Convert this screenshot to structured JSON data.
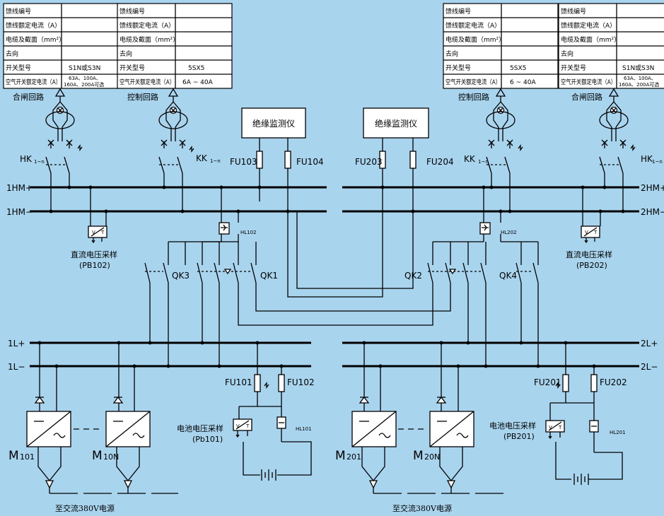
{
  "feeder_table": {
    "rows": [
      "馈线编号",
      "馈线额定电流（A）",
      "电缆及截面（mm²）",
      "去向",
      "开关型号",
      "空气开关额定电流（A）"
    ]
  },
  "tables": {
    "t1": {
      "switch_model": "S1N或S3N",
      "breaker_current_l1": "63A、100A、",
      "breaker_current_l2": "160A、200A可选"
    },
    "t2": {
      "switch_model": "5SX5",
      "breaker_current": "6A ~ 40A"
    },
    "t3": {
      "switch_model": "5SX5",
      "breaker_current": "6 ~ 40A"
    },
    "t4": {
      "switch_model": "S1N或S3N",
      "breaker_current_l1": "63A、100A、",
      "breaker_current_l2": "160A、200A可选"
    }
  },
  "circuits": {
    "closing": "合闸回路",
    "control": "控制回路"
  },
  "monitors": {
    "insulation": "绝缘监测仪"
  },
  "buses": {
    "hm_pos_1": "1HM+",
    "hm_neg_1": "1HM−",
    "hm_pos_2": "2HM+",
    "hm_neg_2": "2HM−",
    "l_pos_1": "1L+",
    "l_neg_1": "1L−",
    "l_pos_2": "2L+",
    "l_neg_2": "2L−"
  },
  "switches": {
    "hk": "HK",
    "kk": "KK",
    "hk_kk_sub": "1~n",
    "qk1": "QK1",
    "qk2": "QK2",
    "qk3": "QK3",
    "qk4": "QK4"
  },
  "fuses": {
    "fu103": "FU103",
    "fu104": "FU104",
    "fu203": "FU203",
    "fu204": "FU204",
    "fu101": "FU101",
    "fu102": "FU102",
    "fu201": "FU201",
    "fu202": "FU202"
  },
  "indicators": {
    "hl102": "HL102",
    "hl202": "HL202",
    "hl101": "HL101",
    "hl201": "HL201"
  },
  "sampling": {
    "dc_voltage": "直流电压采样",
    "pb102": "(PB102)",
    "pb202": "(PB202)",
    "battery_voltage": "电池电压采样",
    "pb101": "(Pb101)",
    "pb201": "(PB201)"
  },
  "modules": {
    "m101_main": "M",
    "m101_sub": "101",
    "m10n_main": "M",
    "m10n_sub": "10N",
    "m201_main": "M",
    "m201_sub": "201",
    "m20n_main": "M",
    "m20n_sub": "20N"
  },
  "ac_source": "至交流380V电源",
  "meter_letters": {
    "v": "V",
    "t": "T"
  },
  "colors": {
    "background": "#a9d4ee",
    "line": "#000000",
    "fill": "#ffffff"
  }
}
